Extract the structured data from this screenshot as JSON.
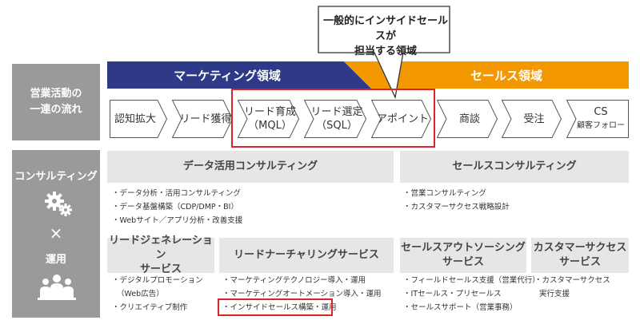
{
  "callout": {
    "line1": "一般的にインサイドセールスが",
    "line2": "担当する領域"
  },
  "left": {
    "process_line1": "営業活動の",
    "process_line2": "一連の流れ",
    "consulting": "コンサルティング",
    "times": "×",
    "operation": "運用"
  },
  "banners": {
    "marketing": "マーケティング領域",
    "sales": "セールス領域"
  },
  "colors": {
    "marketing": "#2e3a87",
    "sales": "#f39800",
    "highlight": "#d9252a",
    "left_column": "#9a9a9a",
    "box": "#e6e6e6"
  },
  "steps": [
    {
      "label": "認知拡大",
      "sub": ""
    },
    {
      "label": "リード獲得",
      "sub": ""
    },
    {
      "label": "リード育成",
      "sub": "（MQL）"
    },
    {
      "label": "リード選定",
      "sub": "（SQL）"
    },
    {
      "label": "アポイント",
      "sub": ""
    },
    {
      "label": "商談",
      "sub": ""
    },
    {
      "label": "受注",
      "sub": ""
    },
    {
      "label": "CS",
      "sub": "顧客フォロー"
    }
  ],
  "consulting": {
    "data": {
      "title": "データ活用コンサルティング",
      "items": [
        "・データ分析・活用コンサルティング",
        "・データ基盤構築（CDP/DMP・BI）",
        "・Webサイト／アプリ分析・改善支援"
      ]
    },
    "sales": {
      "title": "セールスコンサルティング",
      "items": [
        "・営業コンサルティング",
        "・カスタマーサクセス戦略設計"
      ]
    }
  },
  "services": {
    "leadgen": {
      "title_line1": "リードジェネレーション",
      "title_line2": "サービス",
      "items": [
        "・デジタルプロモーション",
        "（Web広告）",
        "・クリエイティブ制作"
      ]
    },
    "nurturing": {
      "title": "リードナーチャリングサービス",
      "items": [
        "・マーケティングテクノロジー導入・運用",
        "・マーケティングオートメーション導入・運用",
        "・インサイドセールス構築・運用"
      ]
    },
    "outsourcing": {
      "title_line1": "セールスアウトソーシング",
      "title_line2": "サービス",
      "items": [
        "・フィールドセールス支援（営業代行）",
        "・ITセールス・プリセールス",
        "・セールスサポート（営業事務）"
      ]
    },
    "success": {
      "title_line1": "カスタマーサクセス",
      "title_line2": "サービス",
      "items": [
        "・カスタマーサクセス",
        "実行支援"
      ]
    }
  }
}
